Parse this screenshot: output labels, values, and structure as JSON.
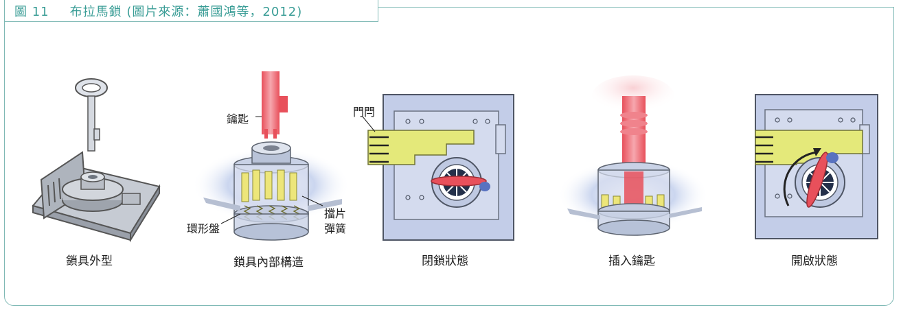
{
  "figure": {
    "caption_number": "圖 11",
    "caption_title": "布拉馬鎖 (圖片來源：蕭國鴻等，2012)"
  },
  "panels": [
    {
      "label": "鎖具外型"
    },
    {
      "label": "鎖具內部構造",
      "annotations": {
        "key": "鑰匙",
        "ring_disc": "環形盤",
        "slider": "擋片",
        "spring": "彈簧"
      }
    },
    {
      "label": "閉鎖狀態",
      "annotations": {
        "bolt": "門閂"
      }
    },
    {
      "label": "插入鑰匙"
    },
    {
      "label": "開啟狀態"
    }
  ],
  "colors": {
    "accent": "#3a9d96",
    "frame": "#7fb9b5",
    "metal_gray": "#b9bec6",
    "bolt_yellow": "#e4e97a",
    "key_red": "#e8505b",
    "plate_blue": "#b7c6e6"
  }
}
